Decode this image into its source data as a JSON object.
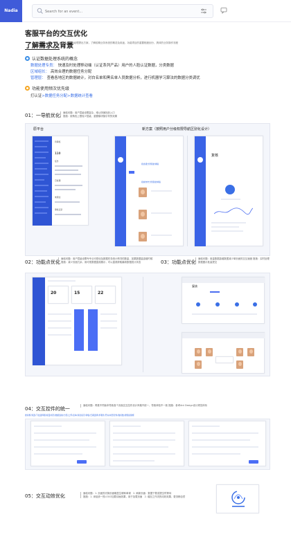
{
  "app": {
    "brand": "Nadia"
  },
  "search": {
    "placeholder": "Search for an event..."
  },
  "title": "客服平台的交互优化",
  "understand": {
    "heading": "了解需求及背景",
    "description": "对产品经理提出方案，了解前期业务系统的概念及用途，功能项目的重要程度划分，具体的业务操作流程"
  },
  "concept": {
    "title": "认证数据处理系统的概念",
    "roles": [
      {
        "role": "数据处理专员：",
        "text": "快速及时处理移动端（认证系列产品）用户的人脸认证数据，分类数据"
      },
      {
        "role": "区域组长：",
        "text": "高效合理的数据任务分配"
      },
      {
        "role": "管理层：",
        "text": "查看各地区的数据统计，对白名单和黑名单人员数据分析，进行机器学习算法的数据分类调优"
      }
    ]
  },
  "priority": {
    "title": "功能使用频次优先级",
    "lead": "打认证",
    "flow": ">数据任务分配>数据统计查看"
  },
  "sections": {
    "s1": {
      "label": "01：一导航优化",
      "desc_line1": "面临问题：用户层级设置复杂，难以快速找到入口",
      "desc_line2": "措施：使角色上限较少层级，重要模块隐引导的效果",
      "original_label": "原平台",
      "new_label": "新方案（按照用户分级权限导航区别化设计）",
      "old_list": [
        "待审核",
        "110",
        "任务",
        "已处理",
        "未通过",
        "审核记录"
      ],
      "annot1": "按省级分辨别的排版",
      "annot2": "按城市市分辨别的排版",
      "review_title": "复核"
    },
    "s2": {
      "label": "02：功能点优化",
      "desc": "面临问题：用户层级设置专专业可视化及数据任务统计情况的数量，如果数据量激增时候 措施：减少页面冗余，用可视数据直观展示，可以直观获取最新数据统计状态",
      "stats": [
        "20",
        "15",
        "22"
      ],
      "review_title": "复核"
    },
    "s3": {
      "label": "03：功能点优化",
      "desc": "面临问题：用量数据激增数据减少单页面的交互速度 措施：实时处理数据图示批量提交"
    },
    "s4": {
      "label": "04：交互控件的统一",
      "desc": "面临问题：再推不同版本导致各个页面交互控件设计风格不统一，导致体验不一致 措施：参考Ant Design设计规范体系",
      "links": "搜索框/筛选/下拉选择器/按钮/标签/数据表格/分页/上传/表单/消息提示/弹窗/日期选择/步骤条/开关/树形控件/徽标数/通知提醒框"
    },
    "s5": {
      "label": "05：交互动效优化",
      "desc_line1": "面临问题：1. 页面的切换页面略显生硬和单调　2. 刷新页面：数据下载或提交时等待",
      "desc_line2": "措施：1. 添加统一的LOGO加载动画效果，用于加载页面　2. 增加工作流的动效效果，更流畅自然"
    }
  },
  "colors": {
    "accent": "#3a6fe6",
    "brand": "#3f5bd9",
    "sidebar": "#2f55d4"
  }
}
